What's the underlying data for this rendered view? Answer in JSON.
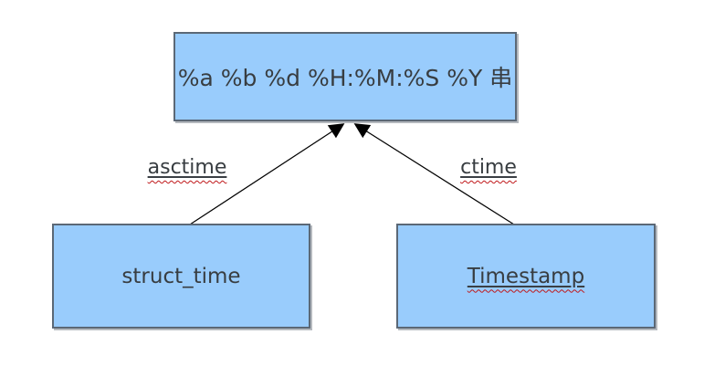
{
  "diagram": {
    "nodes": {
      "format_string": {
        "label": "%a %b %d %H:%M:%S %Y 串"
      },
      "struct_time": {
        "label": "struct_time"
      },
      "timestamp": {
        "label": "Timestamp"
      }
    },
    "edges": {
      "asctime": {
        "label": "asctime",
        "from": "struct_time",
        "to": "format_string"
      },
      "ctime": {
        "label": "ctime",
        "from": "timestamp",
        "to": "format_string"
      }
    },
    "colors": {
      "background": "#ffffff",
      "node_fill": "#99ccfc",
      "node_border": "#5b6876",
      "text": "#383d41",
      "arrow": "#000000",
      "spellcheck_underline": "#c0181a"
    }
  }
}
